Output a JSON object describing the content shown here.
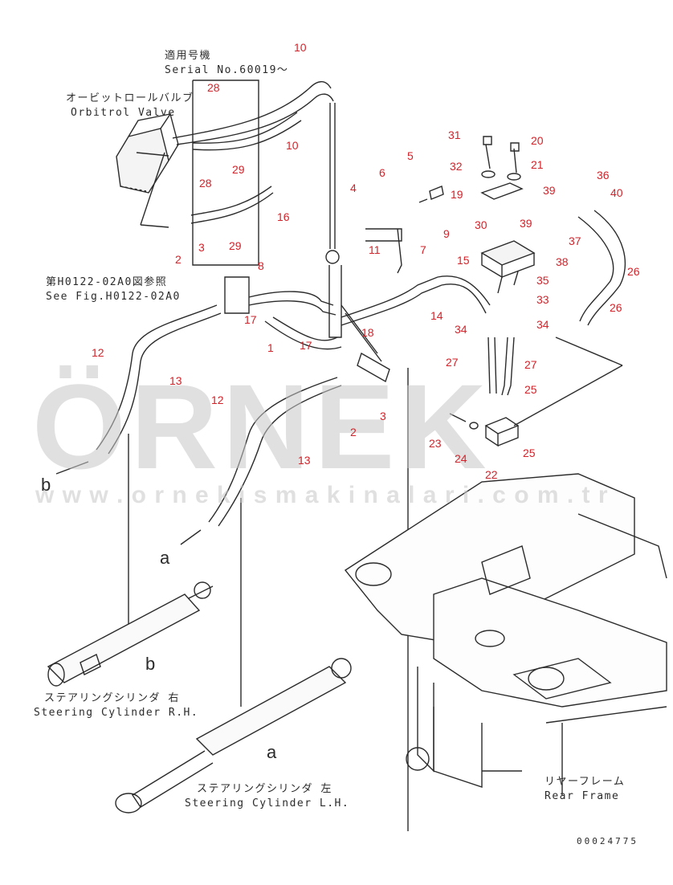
{
  "labels": {
    "applicable_jp": "適用号機",
    "serial": "Serial No.60019～",
    "orbitrol_jp": "オービットロールバルブ",
    "orbitrol_en": "Orbitrol Valve",
    "ref_jp": "第H0122-02A0図参照",
    "ref_en": "See Fig.H0122-02A0",
    "cyl_rh_jp": "ステアリングシリンダ 右",
    "cyl_rh_en": "Steering Cylinder R.H.",
    "cyl_lh_jp": "ステアリングシリンダ 左",
    "cyl_lh_en": "Steering Cylinder L.H.",
    "frame_jp": "リヤーフレーム",
    "frame_en": "Rear Frame",
    "drawing_no": "00024775"
  },
  "part_numbers": [
    "1",
    "2",
    "2",
    "3",
    "3",
    "4",
    "5",
    "6",
    "7",
    "8",
    "9",
    "10",
    "10",
    "11",
    "12",
    "12",
    "13",
    "13",
    "14",
    "15",
    "16",
    "17",
    "17",
    "18",
    "19",
    "20",
    "21",
    "22",
    "23",
    "24",
    "25",
    "25",
    "26",
    "26",
    "27",
    "27",
    "28",
    "28",
    "29",
    "29",
    "30",
    "31",
    "32",
    "33",
    "34",
    "34",
    "35",
    "36",
    "37",
    "38",
    "39",
    "39",
    "40"
  ],
  "arrow_tags": [
    "b",
    "b",
    "a",
    "a"
  ],
  "watermark": {
    "brand": "ÖRNEK",
    "url": "w w w . o r n e k i s m a k i n a l a r i . c o m . t r"
  },
  "colors": {
    "callout": "#d2232a",
    "line": "#2b2b2b",
    "watermark": "#c8c8c8",
    "accent": "#f0c24a"
  }
}
